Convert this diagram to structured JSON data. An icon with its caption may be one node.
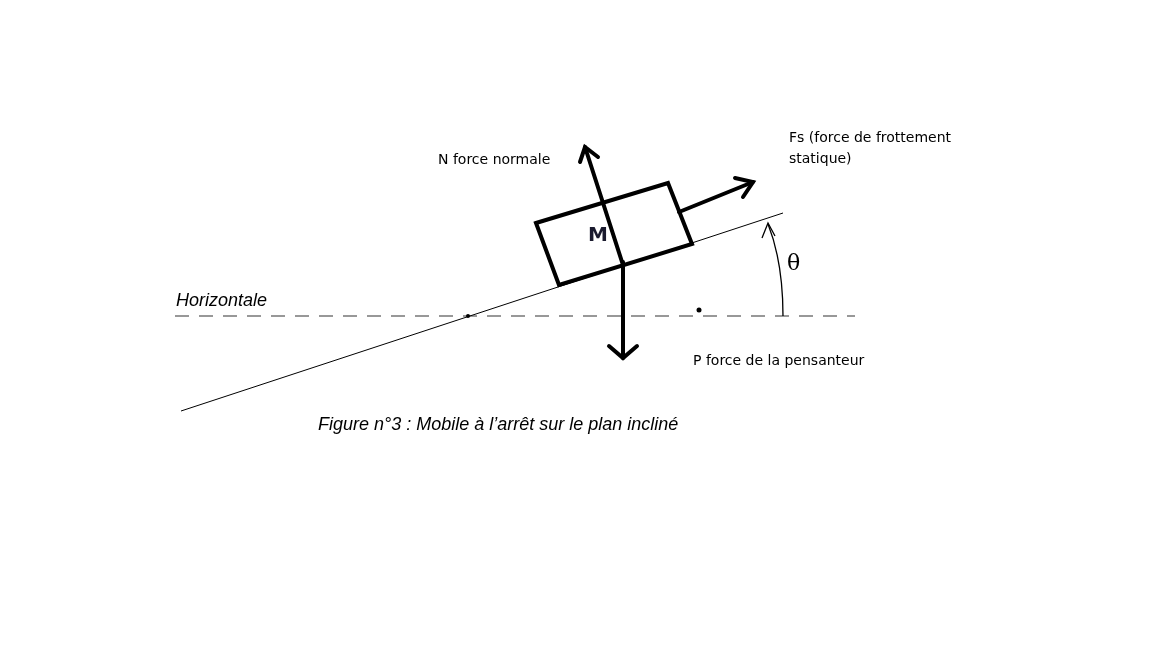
{
  "diagram": {
    "caption": "Figure n°3 : Mobile à l’arrêt sur le plan incliné",
    "nodes": [
      {
        "text": [
          "M"
        ]
      }
    ],
    "labels": [
      "N force normale",
      "Fs (force de frottement statique)",
      "θ",
      "Horizontale",
      "P force de la pensanteur"
    ]
  }
}
